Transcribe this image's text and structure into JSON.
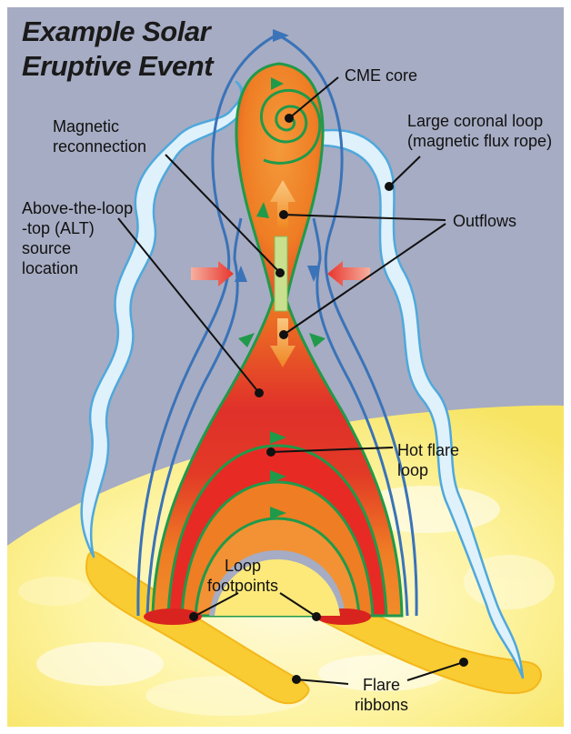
{
  "title": {
    "line1": "Example Solar",
    "line2": "Eruptive Event"
  },
  "labels": {
    "cme_core": "CME core",
    "magnetic_reconnection": "Magnetic\nreconnection",
    "large_coronal_loop": "Large coronal loop\n(magnetic flux rope)",
    "above_the_loop_top": "Above-the-loop\n-top (ALT)\nsource\nlocation",
    "outflows": "Outflows",
    "hot_flare_loop": "Hot flare\nloop",
    "loop_footpoints": "Loop\nfootpoints",
    "flare_ribbons": "Flare\nribbons"
  },
  "colors": {
    "sky": "#a6acc3",
    "sun_surface": "#fbe96a",
    "field_line_blue": "#3a73b8",
    "flux_rope": "#dff1fb",
    "flux_rope_edge": "#4fa8dc",
    "plasma_orange": "#ef7d24",
    "plasma_red": "#df2127",
    "field_line_green": "#1f9a4a",
    "reconnection_bar": "#c9e08e",
    "ribbon_yellow": "#f8cc32"
  },
  "icons": [
    "inflow-arrow-icon",
    "outflow-arrow-icon",
    "field-direction-arrow-icon"
  ]
}
